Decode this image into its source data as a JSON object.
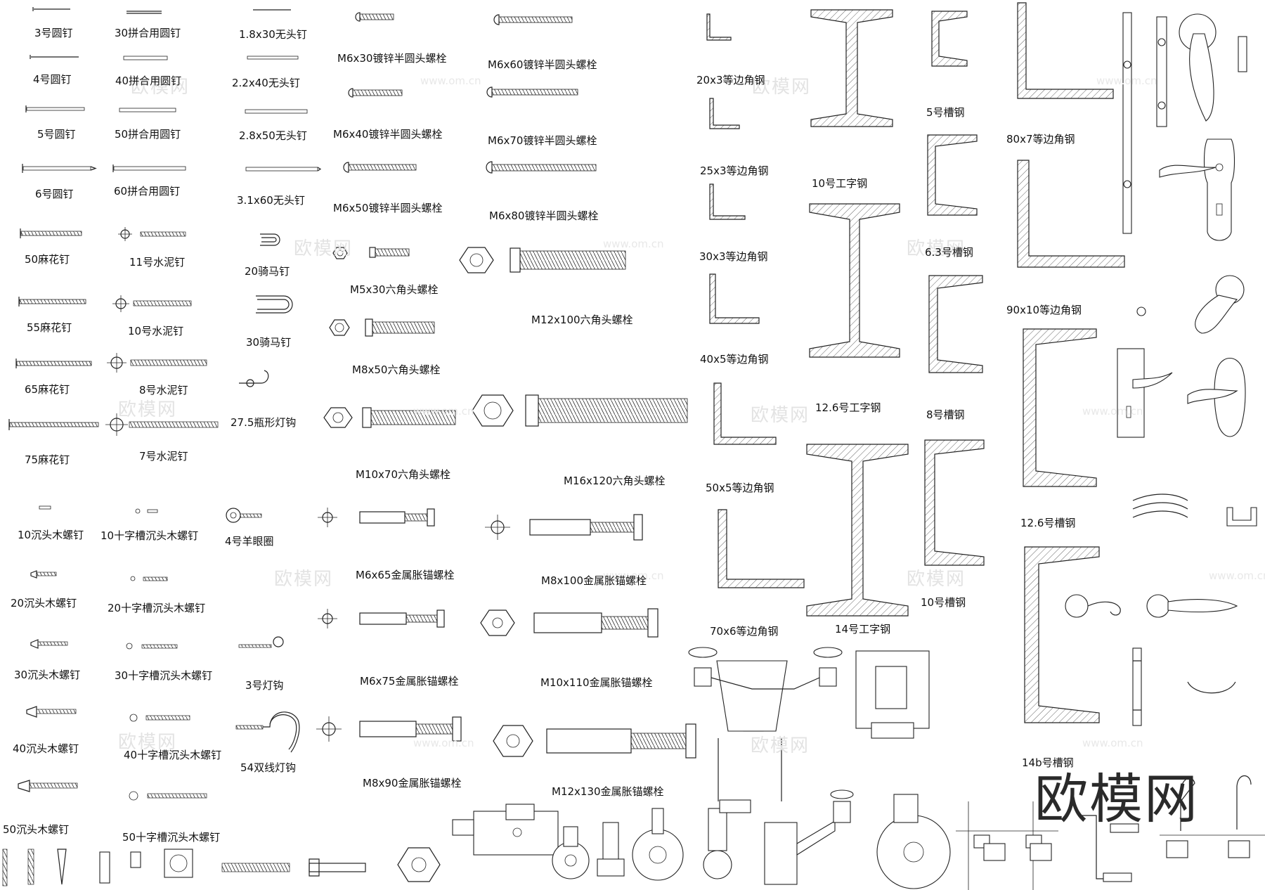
{
  "labels": {
    "nail_3": "3号圆钉",
    "nail_4": "4号圆钉",
    "nail_5": "5号圆钉",
    "nail_6": "6号圆钉",
    "twist_50": "50麻花钉",
    "twist_55": "55麻花钉",
    "twist_65": "65麻花钉",
    "twist_75": "75麻花钉",
    "wood_10": "10沉头木螺钉",
    "wood_20": "20沉头木螺钉",
    "wood_30": "30沉头木螺钉",
    "wood_40": "40沉头木螺钉",
    "wood_50": "50沉头木螺钉",
    "comb_30": "30拼合用圆钉",
    "comb_40": "40拼合用圆钉",
    "comb_50": "50拼合用圆钉",
    "comb_60": "60拼合用圆钉",
    "cement_11": "11号水泥钉",
    "cement_10": "10号水泥钉",
    "cement_8": "8号水泥钉",
    "cement_7": "7号水泥钉",
    "cross_10": "10十字槽沉头木螺钉",
    "cross_20": "20十字槽沉头木螺钉",
    "cross_30": "30十字槽沉头木螺钉",
    "cross_40": "40十字槽沉头木螺钉",
    "cross_50": "50十字槽沉头木螺钉",
    "headless_18": "1.8x30无头钉",
    "headless_22": "2.2x40无头钉",
    "headless_28": "2.8x50无头钉",
    "headless_31": "3.1x60无头钉",
    "staple_20": "20骑马钉",
    "staple_30": "30骑马钉",
    "hook_27": "27.5瓶形灯钩",
    "eye_4": "4号羊眼圈",
    "hook_3": "3号灯钩",
    "hook_54": "54双线灯钩",
    "bolt_m6x30": "M6x30镀锌半圆头螺栓",
    "bolt_m6x40": "M6x40镀锌半圆头螺栓",
    "bolt_m6x50": "M6x50镀锌半圆头螺栓",
    "bolt_m6x60": "M6x60镀锌半圆头螺栓",
    "bolt_m6x70": "M6x70镀锌半圆头螺栓",
    "bolt_m6x80": "M6x80镀锌半圆头螺栓",
    "hex_m5x30": "M5x30六角头螺栓",
    "hex_m8x50": "M8x50六角头螺栓",
    "hex_m10x70": "M10x70六角头螺栓",
    "hex_m12x100": "M12x100六角头螺栓",
    "hex_m16x120": "M16x120六角头螺栓",
    "anchor_m6x65": "M6x65金属胀锚螺栓",
    "anchor_m6x75": "M6x75金属胀锚螺栓",
    "anchor_m8x90": "M8x90金属胀锚螺栓",
    "anchor_m8x100": "M8x100金属胀锚螺栓",
    "anchor_m10x110": "M10x110金属胀锚螺栓",
    "anchor_m12x130": "M12x130金属胀锚螺栓",
    "angle_20": "20x3等边角钢",
    "angle_25": "25x3等边角钢",
    "angle_30": "30x3等边角钢",
    "angle_40": "40x5等边角钢",
    "angle_50": "50x5等边角钢",
    "angle_70": "70x6等边角钢",
    "angle_80": "80x7等边角钢",
    "angle_90": "90x10等边角钢",
    "ibeam_10": "10号工字钢",
    "ibeam_126": "12.6号工字钢",
    "ibeam_14": "14号工字钢",
    "chan_5": "5号槽钢",
    "chan_63": "6.3号槽钢",
    "chan_8": "8号槽钢",
    "chan_10": "10号槽钢",
    "chan_126": "12.6号槽钢",
    "chan_14b": "14b号槽钢"
  },
  "watermark": {
    "text": "欧模网",
    "url": "www.om.cn"
  },
  "logo": "欧模网"
}
